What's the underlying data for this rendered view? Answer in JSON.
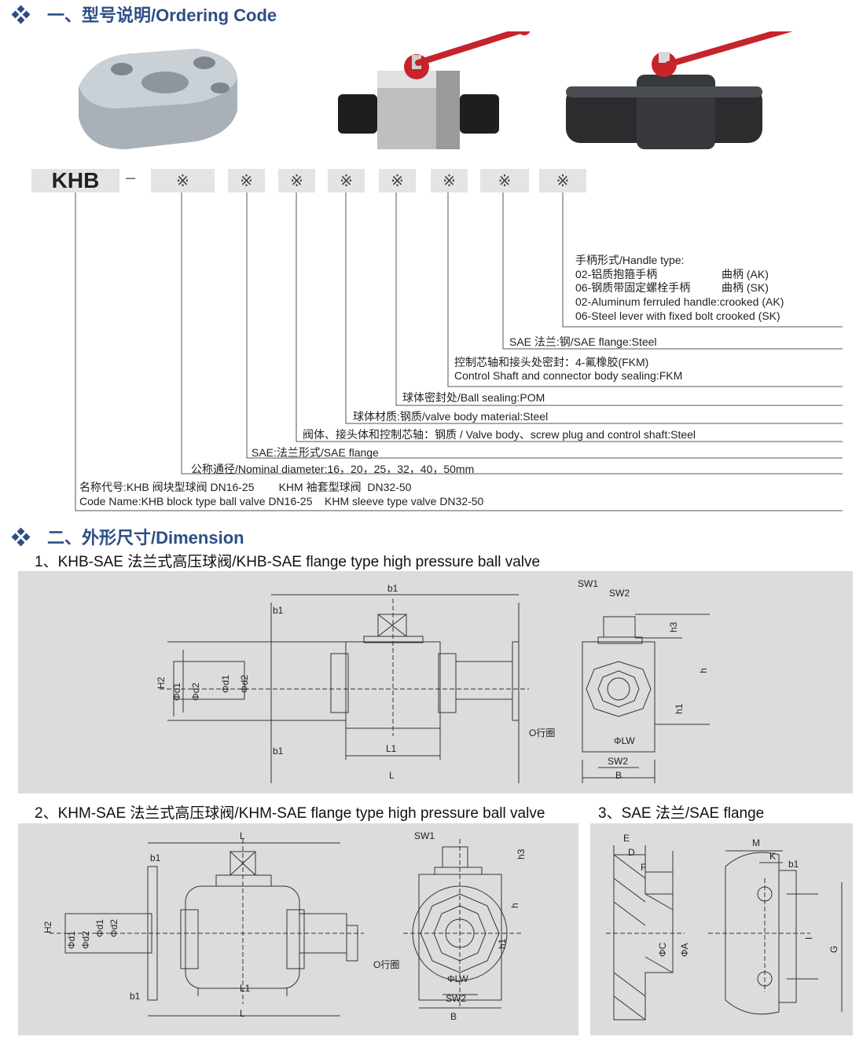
{
  "section1": {
    "title": "一、型号说明/Ordering Code"
  },
  "code": {
    "main": "KHB",
    "dash": "–",
    "placeholder": "※"
  },
  "code_slots": [
    "※",
    "※",
    "※",
    "※",
    "※",
    "※",
    "※",
    "※"
  ],
  "descriptions": {
    "handle_title": "手柄形式/Handle type:",
    "handle_cn1": "02-铝质抱箍手柄",
    "handle_cn1_type": "曲柄 (AK)",
    "handle_cn2": "06-钢质带固定螺栓手柄",
    "handle_cn2_type": "曲柄 (SK)",
    "handle_en1": "02-Aluminum ferruled handle:crooked (AK)",
    "handle_en2": "06-Steel lever with fixed bolt crooked (SK)",
    "sae_steel": "SAE 法兰:钢/SAE flange:Steel",
    "seal_cn": "控制芯轴和接头处密封：4-氟橡胶(FKM)",
    "seal_en": "Control Shaft and connector body sealing:FKM",
    "ball_seal": "球体密封处/Ball sealing:POM",
    "ball_material": "球体材质:钢质/valve body material:Steel",
    "valve_body": "阀体、接头体和控制芯轴：钢质 / Valve body、screw plug and control shaft:Steel",
    "sae_form": "SAE:法兰形式/SAE flange",
    "nominal": "公称通径/Nominal diameter:16，20，25，32，40，50mm",
    "name_cn": "名称代号:KHB 阀块型球阀 DN16-25        KHM 袖套型球阀  DN32-50",
    "name_en": "Code Name:KHB block type ball valve DN16-25    KHM sleeve type valve DN32-50"
  },
  "section2": {
    "title": "二、外形尺寸/Dimension"
  },
  "subtitles": {
    "khb": "1、KHB-SAE  法兰式高压球阀/KHB-SAE flange type high pressure ball valve",
    "khm": "2、KHM-SAE  法兰式高压球阀/KHM-SAE flange type high pressure ball valve",
    "sae": "3、SAE 法兰/SAE flange"
  },
  "dim_labels": {
    "b1": "b1",
    "L1": "L1",
    "L": "L",
    "H2": "H2",
    "d1": "Φd1",
    "d2": "Φd2",
    "SW1": "SW1",
    "SW2": "SW2",
    "h3": "h3",
    "h": "h",
    "h1": "h1",
    "oring": "O行圈",
    "LW": "ΦLW",
    "B": "B",
    "E": "E",
    "D": "D",
    "F": "F",
    "C": "ΦC",
    "A": "ΦA",
    "M": "M",
    "K": "K",
    "I": "I",
    "G": "G"
  },
  "colors": {
    "title_blue": "#2d4e86",
    "panel_gray": "#dcdcdc",
    "code_box_gray": "#e4e4e4",
    "handle_red": "#c8232a"
  }
}
